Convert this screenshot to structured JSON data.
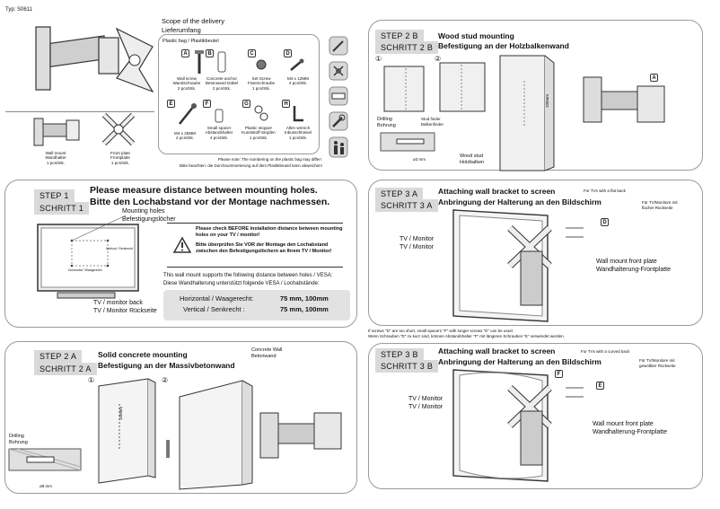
{
  "header": {
    "type_code": "Typ: S0611"
  },
  "scope": {
    "title_en": "Scope of the delivery",
    "title_de": "Lieferumfang",
    "bag_label": "Plastic bag / Plastikbeutel",
    "wall_mount": [
      "Wall mount",
      "Wandhalter",
      "1 pcs/Stk."
    ],
    "front_plate": [
      "Front plate",
      "Frontplatte",
      "1 pcs/Stk."
    ],
    "parts": [
      {
        "letter": "A",
        "lines": [
          "Wall screw",
          "Wandschraube",
          "2 pcs/Stk."
        ]
      },
      {
        "letter": "B",
        "lines": [
          "Concrete anchor",
          "Betonwand Dübel",
          "2 pcs/Stk."
        ]
      },
      {
        "letter": "C",
        "lines": [
          "Set Screw",
          "Fixierschraube",
          "1 pcs/Stk."
        ]
      },
      {
        "letter": "D",
        "lines": [
          "M4 x 12MM",
          "4 pcs/Stk."
        ]
      },
      {
        "letter": "E",
        "lines": [
          "M4 x 25MM",
          "4 pcs/Stk."
        ]
      },
      {
        "letter": "F",
        "lines": [
          "Small spacer",
          "Abstandshalter",
          "4 pcs/Stk."
        ]
      },
      {
        "letter": "G",
        "lines": [
          "Plastic stopper",
          "Kunststoff-Stopfen",
          "1 pcs/Stk."
        ]
      },
      {
        "letter": "H",
        "lines": [
          "Allen wrench",
          "Inbusschlüssel",
          "1 pcs/Stk."
        ]
      }
    ],
    "note_en": "Please note: The numbering on the plastic bag may differ!",
    "note_de": "Bitte beachten: die Durchnummerierung auf dem Plastikbeutel kann abweichen!"
  },
  "step1": {
    "label_en": "STEP   1",
    "label_de": "SCHRITT 1",
    "title_en": "Please measure distance between mounting holes.",
    "title_de": "Bitte den Lochabstand vor der Montage nachmessen.",
    "holes_en": "Mounting holes",
    "holes_de": "Befestigungslöcher",
    "vertical_small": "Vertical / Senkrecht",
    "horizontal_small": "Horizontal / Waagerecht",
    "tv_back_en": "TV / monitor back",
    "tv_back_de": "TV / Monitor Rückseite",
    "warn_en": "Please check BEFORE installation distance between mounting holes on your TV / monitor!",
    "warn_de": "Bitte überprüfen Sie VOR der Montage den Lochabstand zwischen den Befestigungslöchern an Ihrem TV / Monitor!",
    "vesa_en": "This wall mount supports the following distance between holes / VESA:",
    "vesa_de": "Diese Wandhalterung unterstützt folgende VESA / Lochabstände:",
    "horiz_label": "Horizontal / Waagerecht:",
    "horiz_val": "75 mm, 100mm",
    "vert_label": "Vertical / Senkrecht :",
    "vert_val": "75 mm, 100mm"
  },
  "step2a": {
    "label_en": "STEP   2 A",
    "label_de": "SCHRITT 2 A",
    "title_en": "Solid concrete mounting",
    "title_de": "Befestigung an der Massivbetonwand",
    "wall_en": "Concrete Wall",
    "wall_de": "Betonwand",
    "drill_en": "Drilling",
    "drill_de": "Bohrung",
    "drill_size": "ø8  mm",
    "measure": "100mm",
    "n1": "①",
    "n2": "②"
  },
  "step2b": {
    "label_en": "STEP   2 B",
    "label_de": "SCHRITT 2 B",
    "title_en": "Wood stud mounting",
    "title_de": "Befestigung an der Holzbalkenwand",
    "finder_en": "Stud finder",
    "finder_de": "Balkenfinder",
    "drill_en": "Drilling",
    "drill_de": "Bohrung",
    "drill_size": "ø3 mm",
    "measure": "100mm",
    "stud_en": "Wood stud",
    "stud_de": "Holzbalken",
    "n1": "①",
    "n2": "②"
  },
  "step3a": {
    "label_en": "STEP   3 A",
    "label_de": "SCHRITT 3 A",
    "title_en": "Attaching wall bracket to screen",
    "title_de": "Anbringung der Halterung an den Bildschirm",
    "note_en": "For TVs with a flat back",
    "note_de1": "Für TV/Monitore mit",
    "note_de2": "flacher Rückseite",
    "tv1": "TV / Monitor",
    "tv2": "TV / Monitor",
    "plate_en": "Wall mount front plate",
    "plate_de": "Wandhalterung-Frontplatte"
  },
  "screw_note": {
    "en": "If screws \"D\" are too short, small spacers \"F\" with longer screws \"E\" can be used.",
    "de": "Wenn Schrauben \"D\" zu kurz sind,  können Abstandshalter \"F\" mit längeren Schrauben \"E\" verwendet werden."
  },
  "step3b": {
    "label_en": "STEP   3 B",
    "label_de": "SCHRITT 3 B",
    "title_en": "Attaching wall bracket to screen",
    "title_de": "Anbringung der Halterung an den Bildschirm",
    "note_en": "For TVs with a curved back",
    "note_de1": "Für TV/Monitore mit",
    "note_de2": "gewölbter Rückseite",
    "tv1": "TV / Monitor",
    "tv2": "TV / Monitor",
    "plate_en": "Wall mount front plate",
    "plate_de": "Wandhalterung-Frontplatte"
  },
  "icons": [
    "screwdriver-icon",
    "drill-icon",
    "spirit-level-icon",
    "wrench-icon",
    "two-person-icon"
  ]
}
